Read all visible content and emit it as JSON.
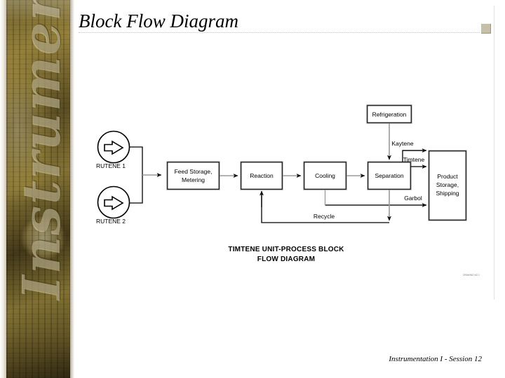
{
  "slide": {
    "title": "Block Flow Diagram",
    "footer": "Instrumentation I - Session 12",
    "sidebar_script_word": "Instrumentation"
  },
  "diagram": {
    "caption_line1": "TIMTENE UNIT-PROCESS BLOCK",
    "caption_line2": "FLOW DIAGRAM",
    "micro_credit": "DRAWING NO 1",
    "feeds": [
      {
        "id": "rutene-1",
        "label": "RUTENE 1"
      },
      {
        "id": "rutene-2",
        "label": "RUTENE 2"
      }
    ],
    "blocks": [
      {
        "id": "feed-storage",
        "line1": "Feed Storage,",
        "line2": "Metering"
      },
      {
        "id": "reaction",
        "line1": "Reaction",
        "line2": ""
      },
      {
        "id": "cooling",
        "line1": "Cooling",
        "line2": ""
      },
      {
        "id": "separation",
        "line1": "Separation",
        "line2": ""
      },
      {
        "id": "refrigeration",
        "line1": "Refrigeration",
        "line2": ""
      },
      {
        "id": "product-storage",
        "line1": "Product",
        "line2": "Storage,",
        "line3": "Shipping"
      }
    ],
    "streams": [
      {
        "id": "kaytene",
        "label": "Kaytene"
      },
      {
        "id": "timtene",
        "label": "Timtene"
      },
      {
        "id": "garbol",
        "label": "Garbol"
      },
      {
        "id": "recycle",
        "label": "Recycle"
      }
    ]
  },
  "colors": {
    "line": "#9a9a9a",
    "line_dark": "#000000",
    "box_border": "#000000",
    "title_marker": "#c8bfa8",
    "band_base": "#6d5f2c"
  }
}
